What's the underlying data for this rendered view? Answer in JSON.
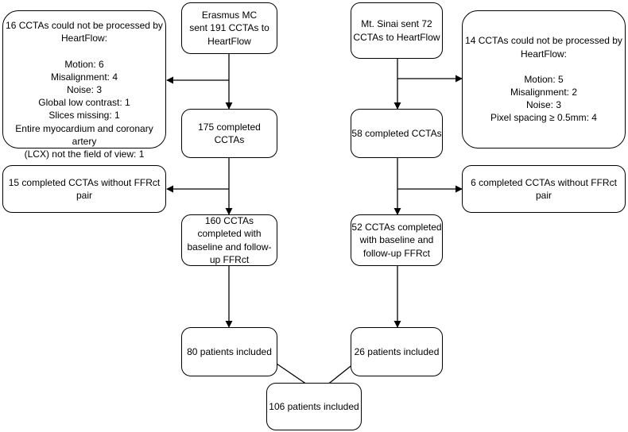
{
  "erasmus_sent": "Erasmus MC\nsent 191 CCTAs to\nHeartFlow",
  "sinai_sent": "Mt. Sinai sent 72\nCCTAs to HeartFlow",
  "erasmus_excluded": "16 CCTAs could not be processed by\nHeartFlow:\n\nMotion: 6\nMisalignment: 4\nNoise: 3\nGlobal low contrast: 1\nSlices missing: 1\nEntire myocardium and coronary artery\n(LCX) not the field of view: 1",
  "sinai_excluded": "14 CCTAs could not be processed by\nHeartFlow:\n\nMotion: 5\nMisalignment: 2\nNoise: 3\nPixel spacing ≥ 0.5mm: 4",
  "erasmus_completed": "175 completed\nCCTAs",
  "sinai_completed": "58 completed CCTAs",
  "erasmus_no_pair": "15 completed CCTAs without FFRct pair",
  "sinai_no_pair": "6 completed CCTAs without FFRct pair",
  "erasmus_ffrct": "160 CCTAs\ncompleted with\nbaseline and follow-\nup FFRct",
  "sinai_ffrct": "52 CCTAs completed\nwith baseline and\nfollow-up FFRct",
  "erasmus_patients": "80 patients included",
  "sinai_patients": "26 patients included",
  "total_patients": "106 patients included"
}
